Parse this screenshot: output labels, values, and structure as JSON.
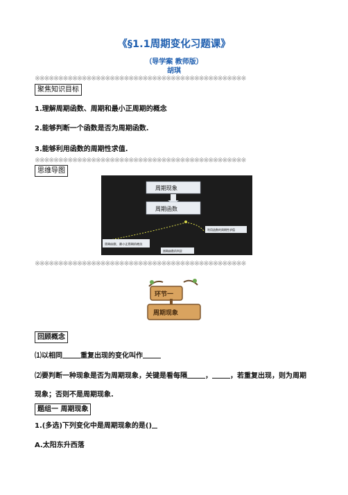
{
  "header": {
    "title": "《§1.1周期变化习题课》",
    "subtitle": "（导学案 教师版）",
    "author": "胡琪"
  },
  "separator": "※※※※※※※※※※※※※※※※※※※※※※※※※※※※※※※※※※※※※※※※※※※※※",
  "section_focus": {
    "label": "聚焦知识目标",
    "items": [
      "1.理解周期函数、周期和最小正周期的概念",
      "2.能够判断一个函数是否为周期函数.",
      "3.能够利用函数的周期性求值."
    ]
  },
  "section_mindmap": {
    "label": "思维导图",
    "nodes": {
      "top": "周期现象",
      "middle": "周期函数",
      "left": "周期函数、最小正周期的概念",
      "center": "周期函数的判定",
      "right": "利用函数的周期性求值"
    }
  },
  "sign": {
    "top": "环节一",
    "bottom": "周期现象"
  },
  "section_review": {
    "label": "回顾概念",
    "q1_pre": "⑴以相同",
    "q1_mid": "重复出现的变化叫作",
    "q2_pre": "⑵要判断一种现象是否为周期现象，关键是看每隔",
    "q2_sep": "，",
    "q2_post": "，若重复出现，则为周期",
    "q2_cont": "现象；否则不是周期现象."
  },
  "section_group": {
    "label": "题组一 周期现象",
    "question": "1.(多选)下列变化中是周期现象的是()",
    "option_a": "A.太阳东升西落"
  }
}
